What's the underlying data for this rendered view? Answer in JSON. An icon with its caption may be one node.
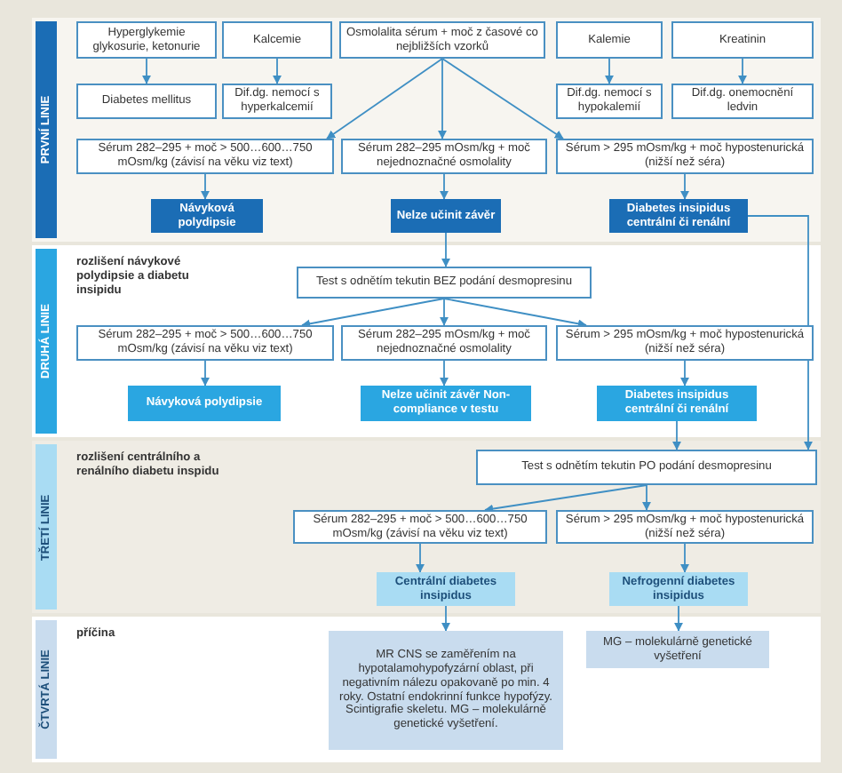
{
  "diagram": {
    "nodes": [
      {
        "text": [
          "PRVNÍ LINIE"
        ]
      },
      {
        "text": [
          "Hyperglykemie glykosurie, ketonurie"
        ],
        "in": 0
      },
      {
        "text": [
          "Kalcemie"
        ],
        "in": 0
      },
      {
        "text": [
          "Osmolalita sérum + moč z časové co nejbližších vzorků"
        ],
        "in": 0
      },
      {
        "text": [
          "Kalemie"
        ],
        "in": 0
      },
      {
        "text": [
          "Kreatinin"
        ],
        "in": 0
      },
      {
        "text": [
          "Diabetes mellitus"
        ],
        "in": 0
      },
      {
        "text": [
          "Dif.dg. nemocí s hyperkalcemií"
        ],
        "in": 0
      },
      {
        "text": [
          "Dif.dg. nemocí s hypokalemií"
        ],
        "in": 0
      },
      {
        "text": [
          "Dif.dg. onemocnění ledvin"
        ],
        "in": 0
      },
      {
        "text": [
          "Sérum 282–295 + moč > 500…600…750 mOsm/kg (závisí na věku viz text)"
        ],
        "in": 0
      },
      {
        "text": [
          "Sérum 282–295 mOsm/kg + moč nejednoznačné osmolality"
        ],
        "in": 0
      },
      {
        "text": [
          "Sérum > 295 mOsm/kg + moč hypostenurická (nižší než séra)"
        ],
        "in": 0
      },
      {
        "text": [
          "Návyková polydipsie"
        ],
        "in": 0
      },
      {
        "text": [
          "Nelze učinit závěr"
        ],
        "in": 0
      },
      {
        "text": [
          "Diabetes insipidus centrální či renální"
        ],
        "in": 0
      },
      {
        "text": [
          "DRUHÁ LINIE",
          "rozlišení návykové polydipsie a diabetu insipidu"
        ]
      },
      {
        "text": [
          "Test s odnětím tekutin BEZ podání desmopresinu"
        ],
        "in": 16
      },
      {
        "text": [
          "Sérum 282–295 + moč > 500…600…750 mOsm/kg (závisí na věku viz text)"
        ],
        "in": 16
      },
      {
        "text": [
          "Sérum 282–295 mOsm/kg + moč nejednoznačné osmolality"
        ],
        "in": 16
      },
      {
        "text": [
          "Sérum > 295 mOsm/kg + moč hypostenurická (nižší než séra)"
        ],
        "in": 16
      },
      {
        "text": [
          "Návyková polydipsie"
        ],
        "in": 16
      },
      {
        "text": [
          "Nelze učinit závěr Non-compliance v testu"
        ],
        "in": 16
      },
      {
        "text": [
          "Diabetes insipidus centrální či renální"
        ],
        "in": 16
      },
      {
        "text": [
          "TŘETÍ LINIE",
          "rozlišení centrálního a renálního diabetu inspidu"
        ]
      },
      {
        "text": [
          "Test s odnětím tekutin PO podání desmopresinu"
        ],
        "in": 24
      },
      {
        "text": [
          "Sérum 282–295 + moč > 500…600…750 mOsm/kg (závisí na věku viz text)"
        ],
        "in": 24
      },
      {
        "text": [
          "Sérum > 295 mOsm/kg + moč hypostenurická (nižší než séra)"
        ],
        "in": 24
      },
      {
        "text": [
          "Centrální diabetes insipidus"
        ],
        "in": 24
      },
      {
        "text": [
          "Nefrogenní diabetes insipidus"
        ],
        "in": 24
      },
      {
        "text": [
          "ČTVRTÁ LINIE",
          "příčina"
        ]
      },
      {
        "text": [
          "MR CNS se zaměřením na hypotalamohypofyzární oblast, při negativním nálezu opakovaně po min. 4 roky. Ostatní endokrinní funkce hypofýzy. Scintigrafie skeletu. MG – molekulárně genetické vyšetření."
        ],
        "in": 30
      },
      {
        "text": [
          "MG – molekulárně genetické vyšetření"
        ],
        "in": 30
      }
    ],
    "edges": [
      {
        "from": 1,
        "to": 6,
        "arrow": "to"
      },
      {
        "from": 2,
        "to": 7,
        "arrow": "to"
      },
      {
        "from": 3,
        "to": 10,
        "arrow": "to"
      },
      {
        "from": 3,
        "to": 11,
        "arrow": "to"
      },
      {
        "from": 3,
        "to": 12,
        "arrow": "to"
      },
      {
        "from": 4,
        "to": 8,
        "arrow": "to"
      },
      {
        "from": 5,
        "to": 9,
        "arrow": "to"
      },
      {
        "from": 10,
        "to": 13,
        "arrow": "to"
      },
      {
        "from": 11,
        "to": 14,
        "arrow": "to"
      },
      {
        "from": 12,
        "to": 15,
        "arrow": "to"
      },
      {
        "from": 14,
        "to": 17,
        "arrow": "to"
      },
      {
        "from": 15,
        "to": 25,
        "arrow": "to"
      },
      {
        "from": 17,
        "to": 18,
        "arrow": "to"
      },
      {
        "from": 17,
        "to": 19,
        "arrow": "to"
      },
      {
        "from": 17,
        "to": 20,
        "arrow": "to"
      },
      {
        "from": 18,
        "to": 21,
        "arrow": "to"
      },
      {
        "from": 19,
        "to": 22,
        "arrow": "to"
      },
      {
        "from": 20,
        "to": 23,
        "arrow": "to"
      },
      {
        "from": 23,
        "to": 25,
        "arrow": "to"
      },
      {
        "from": 25,
        "to": 26,
        "arrow": "to"
      },
      {
        "from": 25,
        "to": 27,
        "arrow": "to"
      },
      {
        "from": 26,
        "to": 28,
        "arrow": "to"
      },
      {
        "from": 27,
        "to": 29,
        "arrow": "to"
      },
      {
        "from": 28,
        "to": 31,
        "arrow": "to"
      },
      {
        "from": 29,
        "to": 32,
        "arrow": "to"
      }
    ]
  }
}
